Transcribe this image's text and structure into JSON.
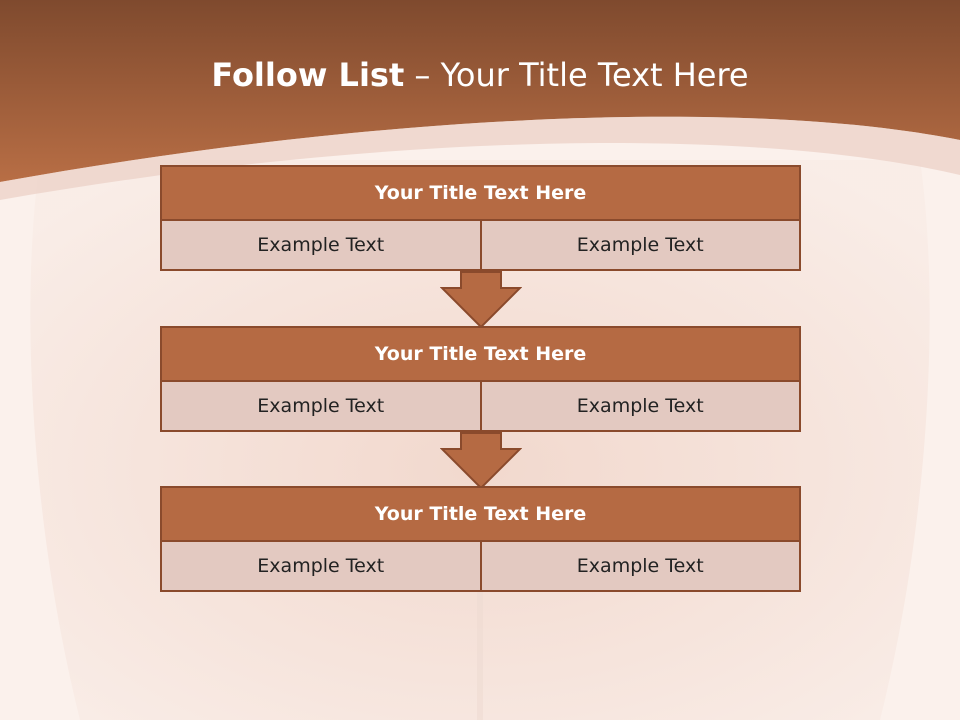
{
  "slide": {
    "title_bold": "Follow List",
    "title_rest": " – Your Title Text Here",
    "colors": {
      "header": "#b56a43",
      "header_dark": "#7f4a2e",
      "cell": "#e3c9c1",
      "border": "#8a4a2c"
    }
  },
  "steps": [
    {
      "title": "Your Title Text Here",
      "left": "Example Text",
      "right": "Example Text"
    },
    {
      "title": "Your Title Text Here",
      "left": "Example Text",
      "right": "Example Text"
    },
    {
      "title": "Your Title Text Here",
      "left": "Example Text",
      "right": "Example Text"
    }
  ]
}
